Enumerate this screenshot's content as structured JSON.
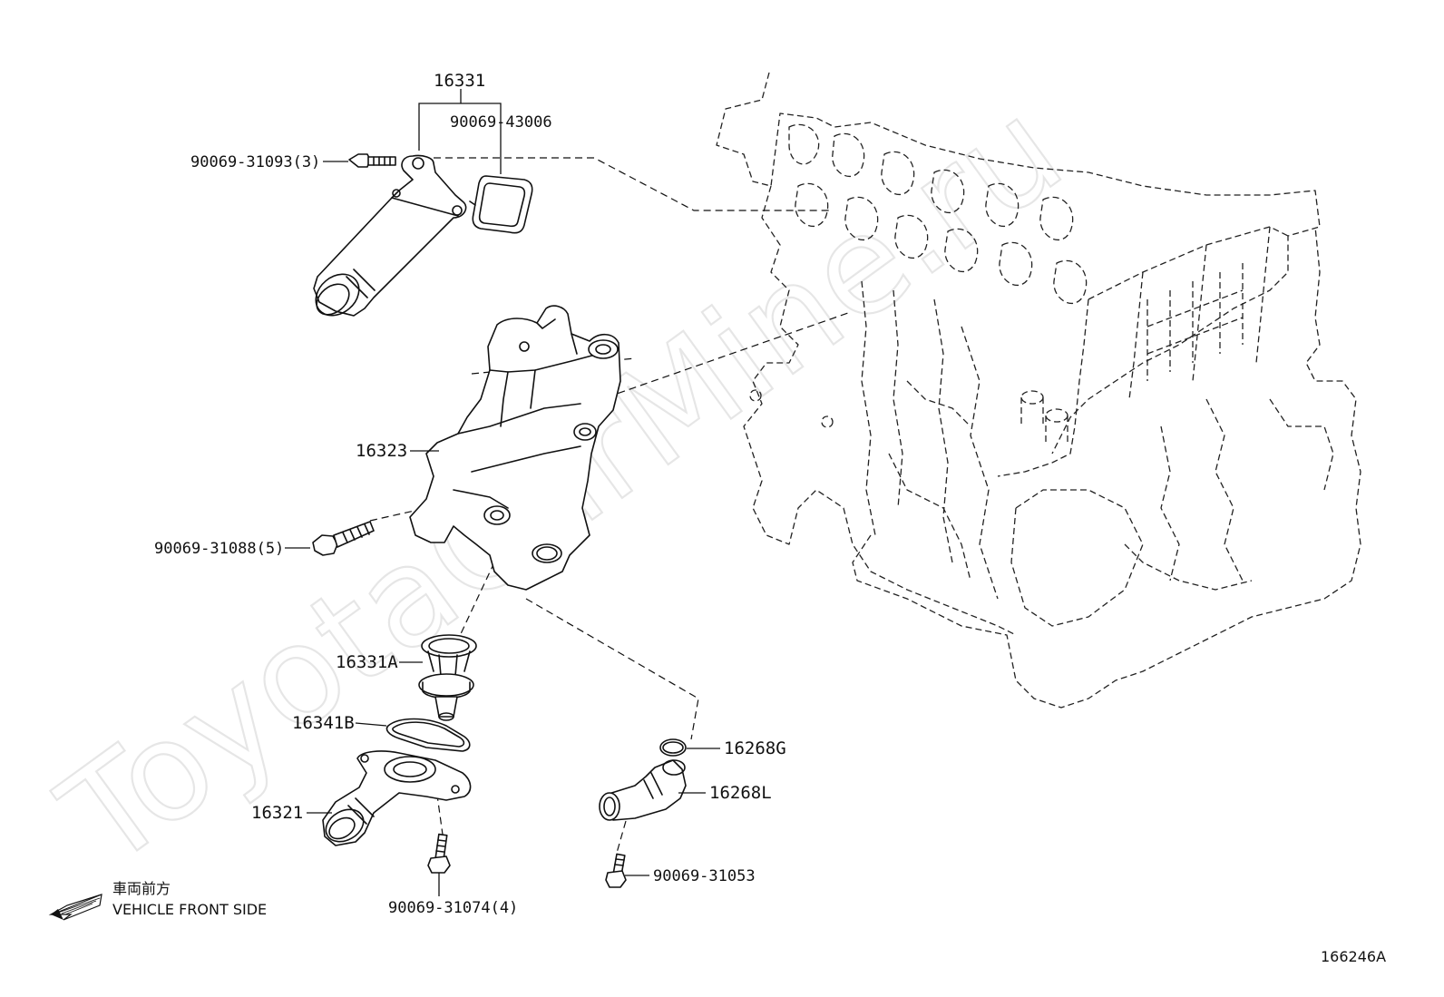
{
  "watermark": "ToyotaCarMine.ru",
  "diagram_code": "166246A",
  "direction": {
    "japanese": "車両前方",
    "english": "VEHICLE FRONT SIDE"
  },
  "parts": {
    "p16331": "16331",
    "p90069_43006": "90069-43006",
    "p90069_31093": "90069-31093(3)",
    "p16323": "16323",
    "p90069_31088": "90069-31088(5)",
    "p16331A": "16331A",
    "p16341B": "16341B",
    "p16321": "16321",
    "p90069_31074": "90069-31074(4)",
    "p16268G": "16268G",
    "p16268L": "16268L",
    "p90069_31053": "90069-31053"
  }
}
